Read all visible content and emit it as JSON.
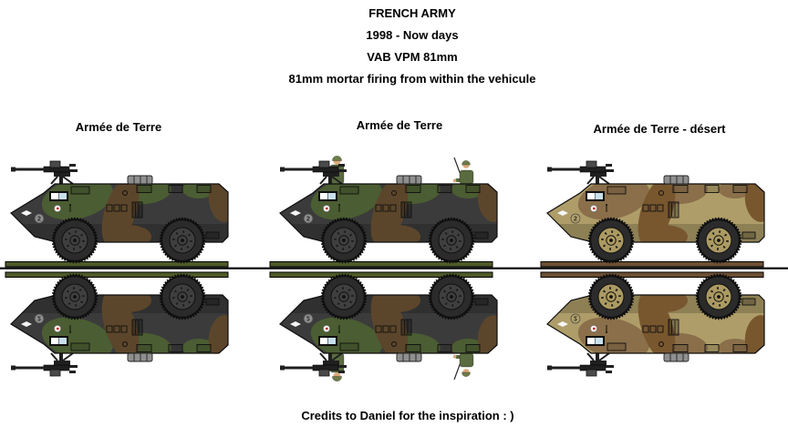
{
  "header": {
    "title": "FRENCH ARMY",
    "period": "1998 - Now days",
    "vehicle_name": "VAB VPM 81mm",
    "description": "81mm mortar firing from within the vehicule"
  },
  "columns": [
    {
      "label": "Armée de Terre",
      "variant": "woodland",
      "crew": false,
      "ground": "#4e5a2a"
    },
    {
      "label": "Armée de Terre",
      "variant": "woodland",
      "crew": true,
      "ground": "#4e5a2a"
    },
    {
      "label": "Armée de Terre - désert",
      "variant": "desert",
      "crew": false,
      "ground": "#6d4f33"
    }
  ],
  "markings": {
    "speed_disc": "2"
  },
  "footer": {
    "credits": "Credits to Daniel for the inspiration : )"
  },
  "palettes": {
    "woodland": {
      "hull": "#3b3b3b",
      "camoA": "#4b5d32",
      "camoB": "#5c462b",
      "rim": "#3f3f3f",
      "disc": "#8f8f8f"
    },
    "desert": {
      "hull": "#ae9d68",
      "camoA": "#8a6f4a",
      "camoB": "#78572f",
      "rim": "#ab9a62",
      "disc": "#b3a26b"
    }
  },
  "colors": {
    "background": "#ffffff",
    "text": "#000000",
    "outline": "#0c0c0c",
    "tire": "#2b2b2b",
    "gun": "#1f1f1f",
    "window": "#c9e0ec",
    "skin": "#d9a878",
    "uniform": "#5a6b3f",
    "helmet": "#6e7c49"
  }
}
